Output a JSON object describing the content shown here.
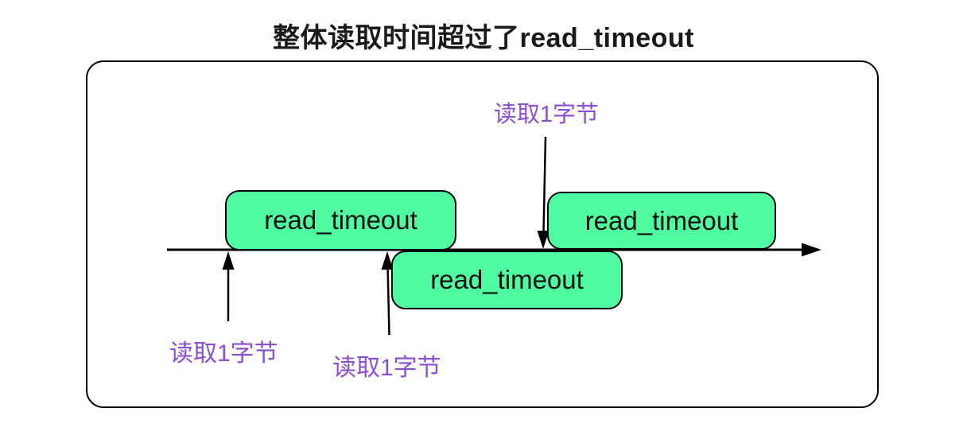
{
  "title": "整体读取时间超过了read_timeout",
  "boxes": [
    {
      "label": "read_timeout"
    },
    {
      "label": "read_timeout"
    },
    {
      "label": "read_timeout"
    }
  ],
  "annotations": {
    "top": {
      "label": "读取1字节"
    },
    "bottom_left": {
      "label": "读取1字节"
    },
    "bottom_middle": {
      "label": "读取1字节"
    }
  },
  "colors": {
    "box_fill": "#4FFAA0",
    "box_border": "#000000",
    "annotation_text": "#8A4FD0",
    "line": "#000000",
    "title_text": "#1A1A1A"
  }
}
